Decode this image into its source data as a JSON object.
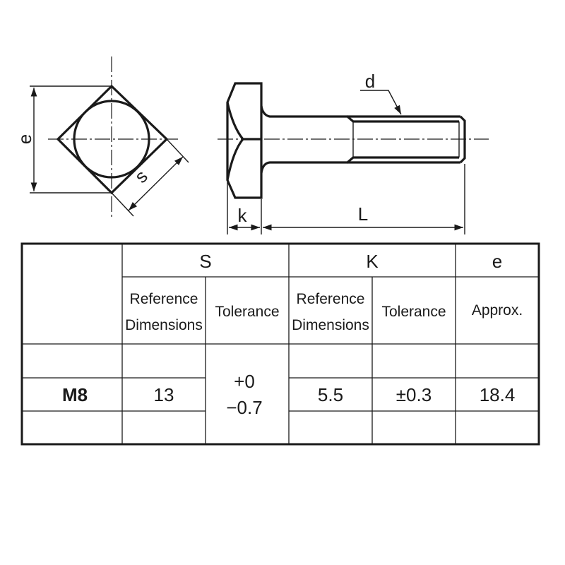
{
  "drawing": {
    "labels": {
      "e": "e",
      "s": "s",
      "d": "d",
      "k": "k",
      "L": "L"
    }
  },
  "table": {
    "groups": {
      "S": "S",
      "K": "K",
      "e": "e"
    },
    "subheaders": {
      "s_ref_1": "Reference",
      "s_ref_2": "Dimensions",
      "s_tol": "Tolerance",
      "k_ref_1": "Reference",
      "k_ref_2": "Dimensions",
      "k_tol": "Tolerance",
      "e_approx": "Approx."
    },
    "rows": [
      {
        "size": "M8",
        "s_ref": "13",
        "s_tol_plus": "+0",
        "s_tol_minus": "−0.7",
        "k_ref": "5.5",
        "k_tol": "±0.3",
        "e_approx": "18.4"
      }
    ]
  },
  "colors": {
    "ink": "#1a1a1a",
    "background": "#ffffff"
  }
}
